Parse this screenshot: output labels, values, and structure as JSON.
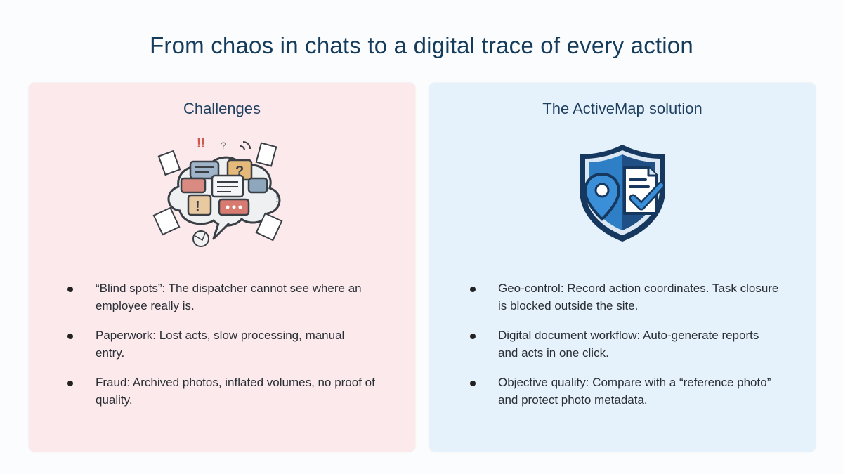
{
  "slide": {
    "title": "From chaos in chats to a digital trace of every action"
  },
  "challenges": {
    "heading": "Challenges",
    "illustration_icon": "chaotic-chat-cloud-icon",
    "items": [
      {
        "text": "“Blind spots”: The dispatcher cannot see where an employee really is."
      },
      {
        "text": "Paperwork: Lost acts, slow processing, manual entry."
      },
      {
        "text": "Fraud: Archived photos, inflated volumes, no proof of quality."
      }
    ]
  },
  "solution": {
    "heading": "The ActiveMap solution",
    "illustration_icon": "shield-location-document-check-icon",
    "items": [
      {
        "text": "Geo-control: Record action coordinates. Task closure is blocked outside the site."
      },
      {
        "text": "Digital document workflow: Auto-generate reports and acts in one click."
      },
      {
        "text": "Objective quality: Compare with a “reference photo” and protect photo metadata."
      }
    ]
  },
  "colors": {
    "title": "#163c5c",
    "challenges_bg": "#fbe9ec",
    "solution_bg": "#e6f2fb",
    "shield_dark": "#17385e",
    "shield_blue": "#2f7fc6"
  }
}
